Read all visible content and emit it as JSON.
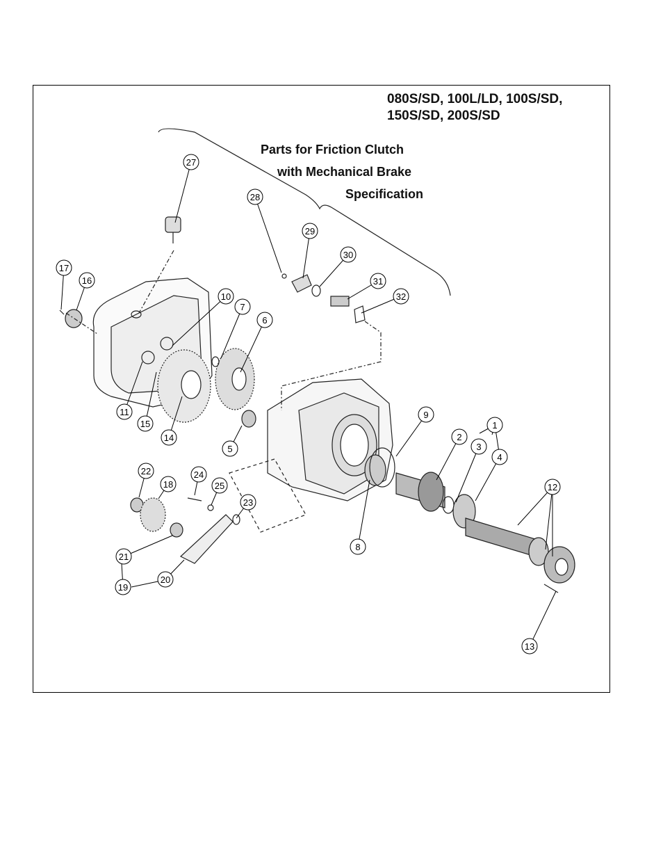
{
  "header": {
    "models_line1": "080S/SD, 100L/LD, 100S/SD,",
    "models_line2": "150S/SD, 200S/SD"
  },
  "group_label": {
    "line1": "Parts for Friction Clutch",
    "line2": "with Mechanical Brake",
    "line3": "Specification"
  },
  "callouts": [
    "1",
    "2",
    "3",
    "4",
    "5",
    "6",
    "7",
    "8",
    "9",
    "10",
    "11",
    "12",
    "13",
    "14",
    "15",
    "16",
    "17",
    "18",
    "19",
    "20",
    "21",
    "22",
    "23",
    "24",
    "25",
    "27",
    "28",
    "29",
    "30",
    "31",
    "32"
  ]
}
